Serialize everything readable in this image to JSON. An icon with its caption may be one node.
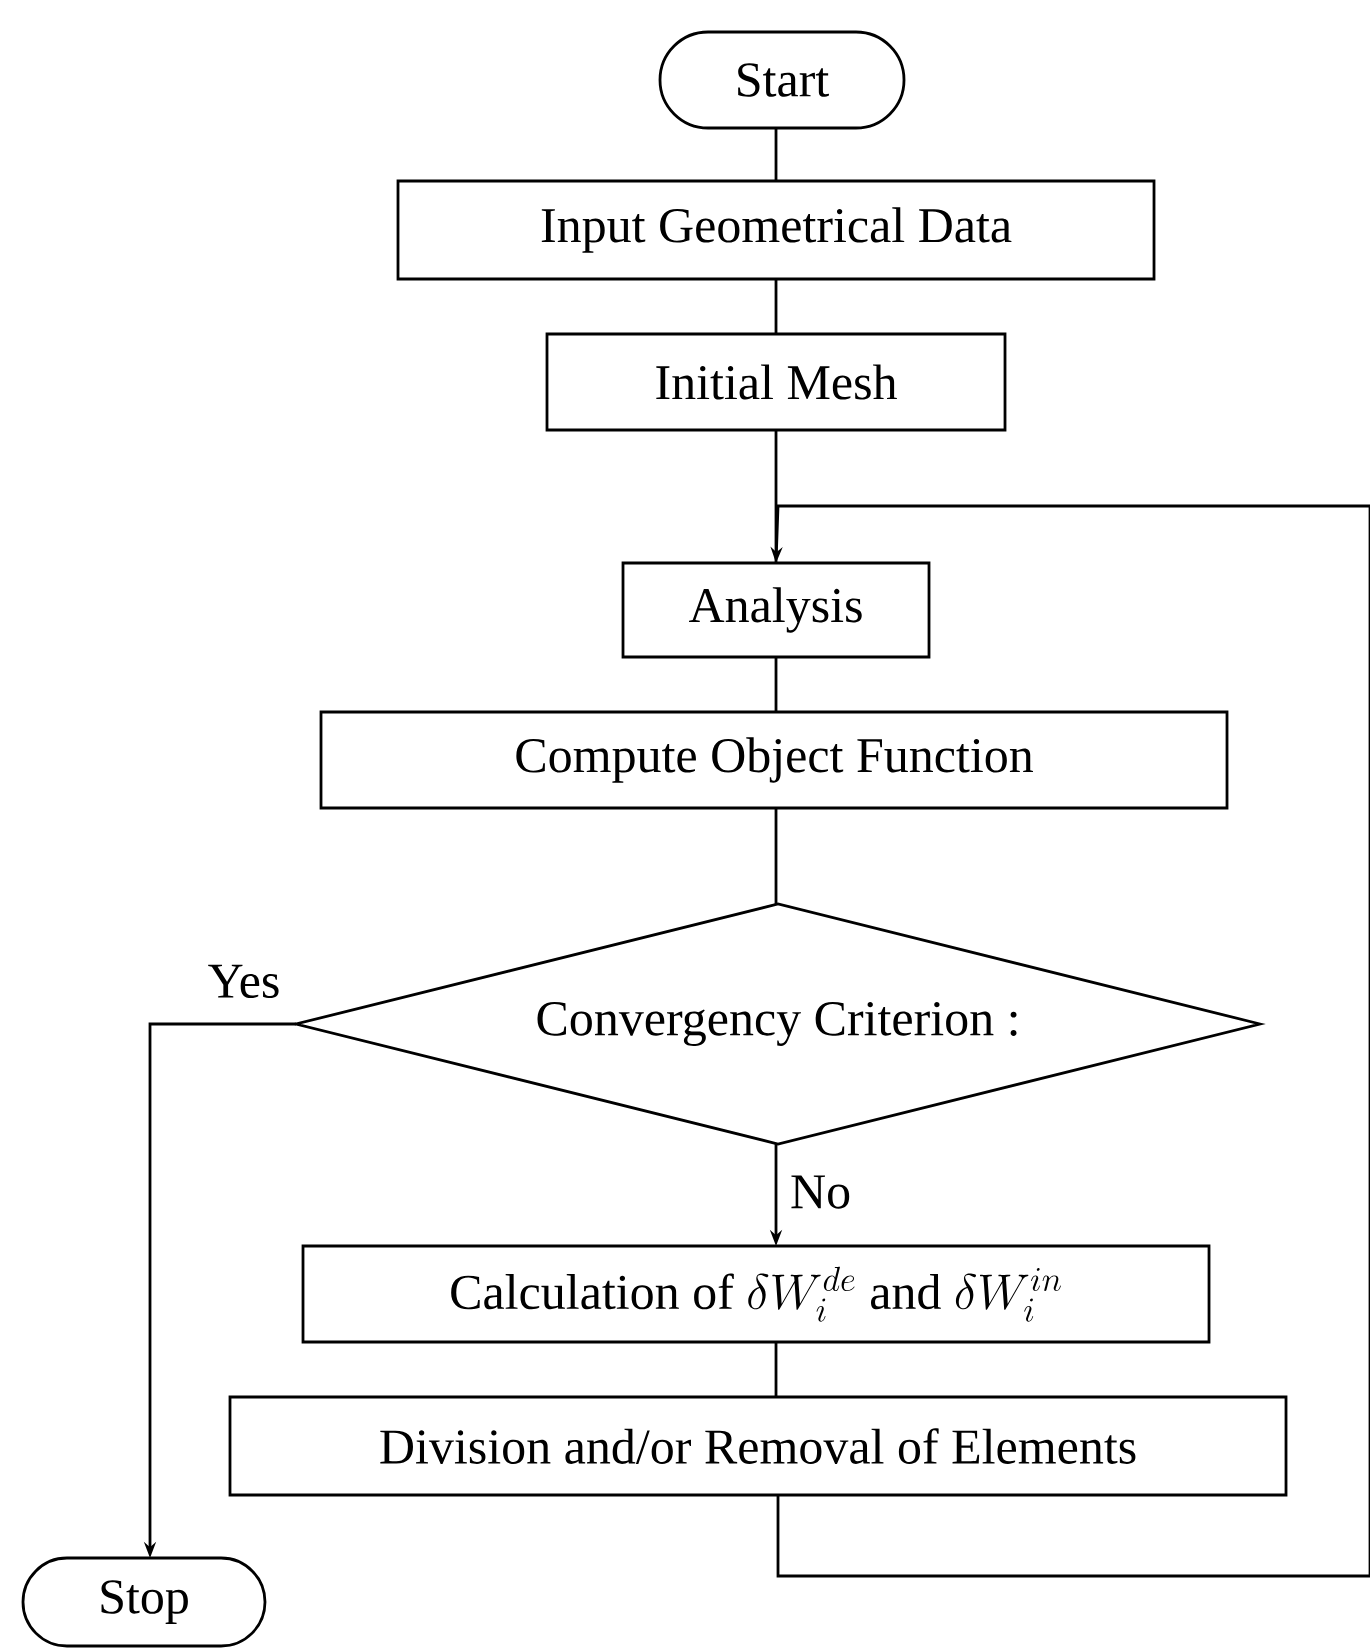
{
  "diagram": {
    "nodes": [
      {
        "text": [
          "Start"
        ]
      },
      {
        "text": [
          "Input Geometrical Data"
        ]
      },
      {
        "text": [
          "Initial Mesh"
        ]
      },
      {
        "text": [
          "Analysis"
        ]
      },
      {
        "text": [
          "Compute Object Function"
        ]
      },
      {
        "text": [
          "Convergency Criterion :"
        ]
      },
      {
        "text": [
          "\\text{Calculation of }\\delta W_i^{de}\\text{ and }\\delta W_i^{in}"
        ]
      },
      {
        "text": [
          "Division and/or Removal of Elements"
        ]
      },
      {
        "text": [
          "Stop"
        ]
      }
    ],
    "edges": [
      {
        "from": 0,
        "to": 1,
        "arrow": "none"
      },
      {
        "from": 1,
        "to": 2,
        "arrow": "none"
      },
      {
        "from": 2,
        "to": 3,
        "arrow": "none"
      },
      {
        "from": 3,
        "to": 4,
        "arrow": "none"
      },
      {
        "from": 4,
        "to": 5,
        "arrow": "none"
      },
      {
        "from": 5,
        "to": 8,
        "arrow": "to",
        "label": "Yes"
      },
      {
        "from": 5,
        "to": 6,
        "arrow": "to",
        "label": "No"
      },
      {
        "from": 6,
        "to": 7,
        "arrow": "none"
      },
      {
        "from": 7,
        "to": 3,
        "arrow": "to"
      }
    ]
  }
}
